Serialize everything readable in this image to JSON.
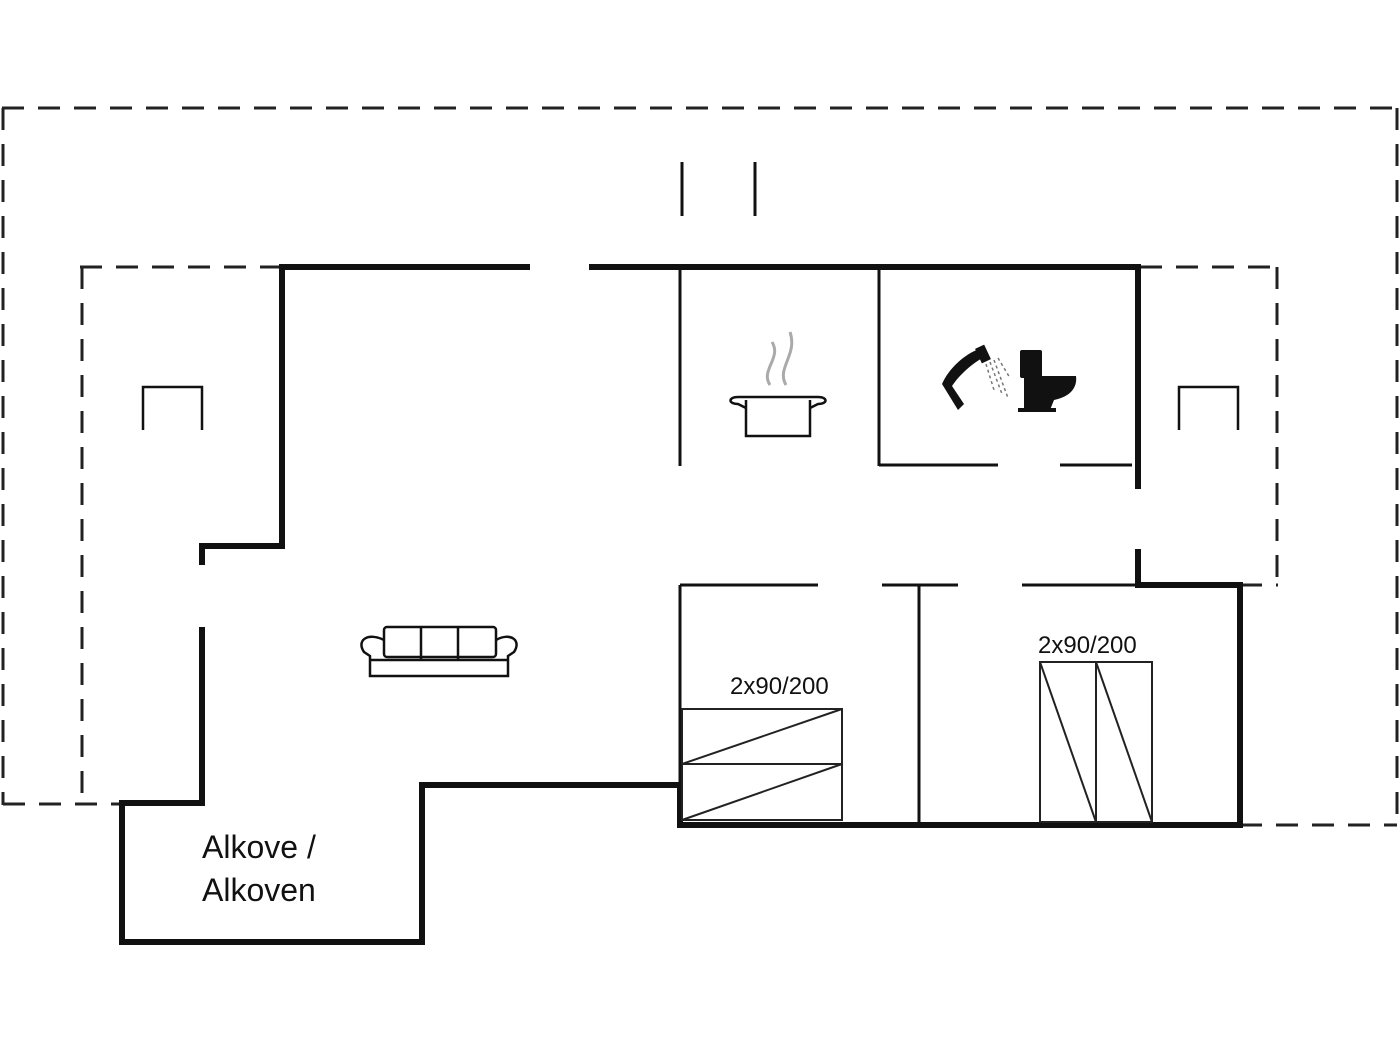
{
  "rooms": {
    "alcove": {
      "label_line1": "Alkove /",
      "label_line2": "Alkoven"
    },
    "bedroom_left": {
      "bed_label": "2x90/200"
    },
    "bedroom_right": {
      "bed_label": "2x90/200"
    }
  },
  "icons": {
    "kitchen": "cooking-pot-icon",
    "bathroom_shower": "shower-icon",
    "bathroom_toilet": "toilet-icon",
    "living": "sofa-icon",
    "skylight": "skylight-icon"
  },
  "colors": {
    "wall": "#111111",
    "steam": "#aaaaaa",
    "background": "#ffffff"
  }
}
